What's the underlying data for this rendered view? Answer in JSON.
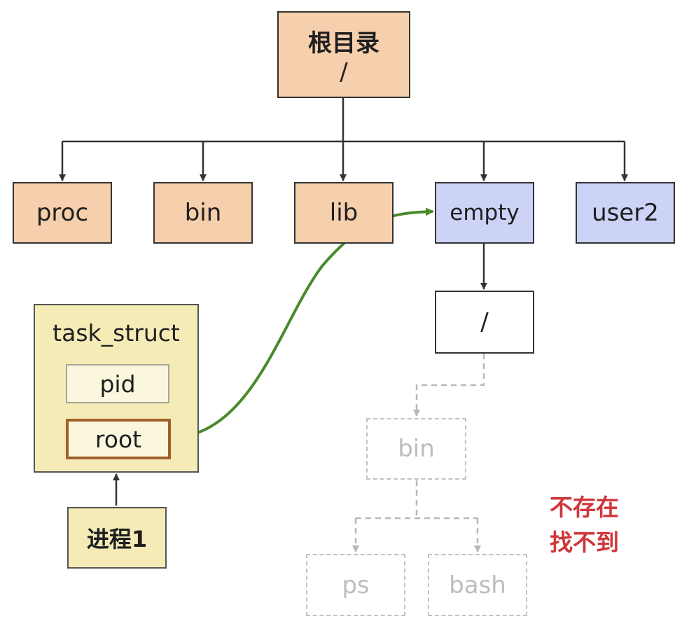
{
  "root": {
    "title": "根目录",
    "path": "/"
  },
  "children": [
    {
      "label": "proc"
    },
    {
      "label": "bin"
    },
    {
      "label": "lib"
    },
    {
      "label": "empty"
    },
    {
      "label": "user2"
    }
  ],
  "empty_root": {
    "label": "/"
  },
  "missing_tree": {
    "bin": "bin",
    "ps": "ps",
    "bash": "bash"
  },
  "task": {
    "title": "task_struct",
    "pid": "pid",
    "root": "root"
  },
  "process": {
    "label": "进程1"
  },
  "note": {
    "line1": "不存在",
    "line2": "找不到"
  },
  "colors": {
    "orange": "#f6cfac",
    "blue": "#cdd3f6",
    "yellow": "#f5ebb6",
    "green_arrow": "#4a8a2a",
    "red_note": "#d0363b",
    "ghost": "#c2c2c2"
  }
}
